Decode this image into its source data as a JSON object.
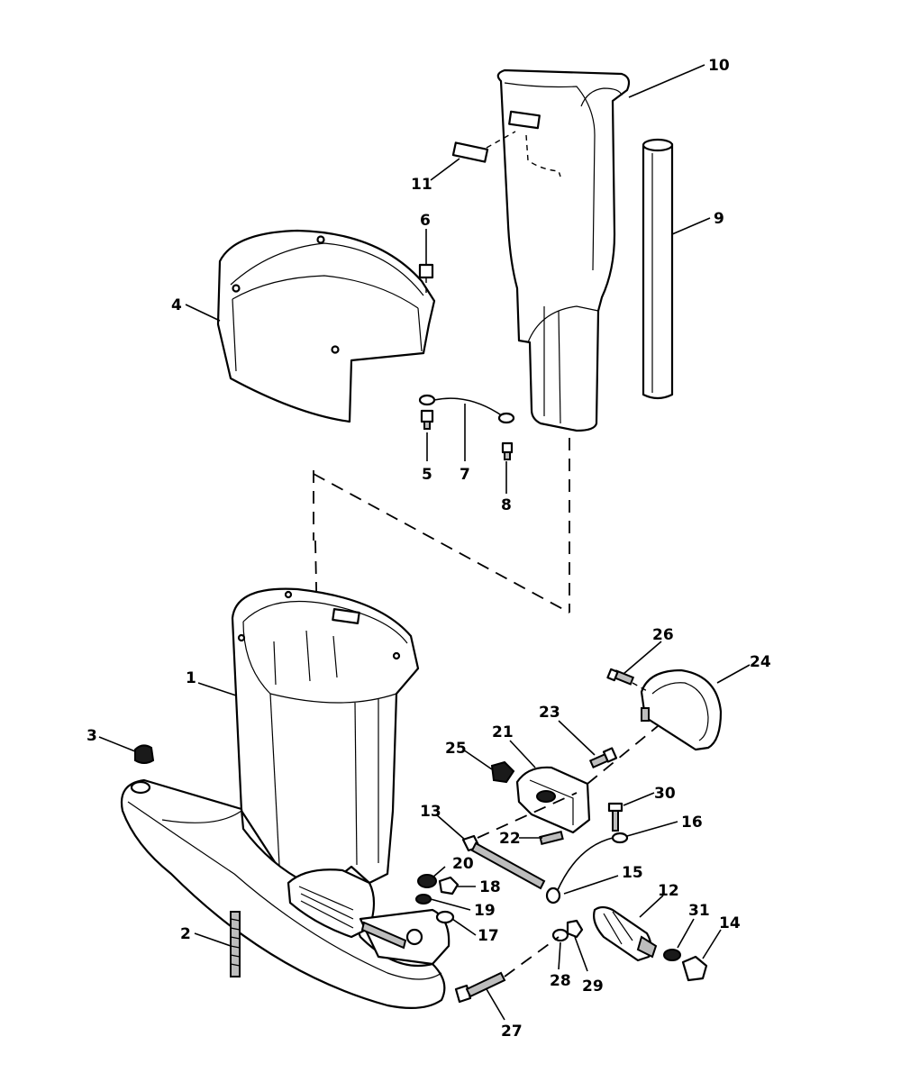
{
  "callouts": [
    {
      "id": "1",
      "label": "1"
    },
    {
      "id": "2",
      "label": "2"
    },
    {
      "id": "3",
      "label": "3"
    },
    {
      "id": "4",
      "label": "4"
    },
    {
      "id": "5",
      "label": "5"
    },
    {
      "id": "6",
      "label": "6"
    },
    {
      "id": "7",
      "label": "7"
    },
    {
      "id": "8",
      "label": "8"
    },
    {
      "id": "9",
      "label": "9"
    },
    {
      "id": "10",
      "label": "10"
    },
    {
      "id": "11",
      "label": "11"
    },
    {
      "id": "12",
      "label": "12"
    },
    {
      "id": "13",
      "label": "13"
    },
    {
      "id": "14",
      "label": "14"
    },
    {
      "id": "15",
      "label": "15"
    },
    {
      "id": "16",
      "label": "16"
    },
    {
      "id": "17",
      "label": "17"
    },
    {
      "id": "18",
      "label": "18"
    },
    {
      "id": "19",
      "label": "19"
    },
    {
      "id": "20",
      "label": "20"
    },
    {
      "id": "21",
      "label": "21"
    },
    {
      "id": "22",
      "label": "22"
    },
    {
      "id": "23",
      "label": "23"
    },
    {
      "id": "24",
      "label": "24"
    },
    {
      "id": "25",
      "label": "25"
    },
    {
      "id": "26",
      "label": "26"
    },
    {
      "id": "27",
      "label": "27"
    },
    {
      "id": "28",
      "label": "28"
    },
    {
      "id": "29",
      "label": "29"
    },
    {
      "id": "30",
      "label": "30"
    },
    {
      "id": "31",
      "label": "31"
    }
  ],
  "colors": {
    "ink": "#000000",
    "paper": "#ffffff"
  }
}
